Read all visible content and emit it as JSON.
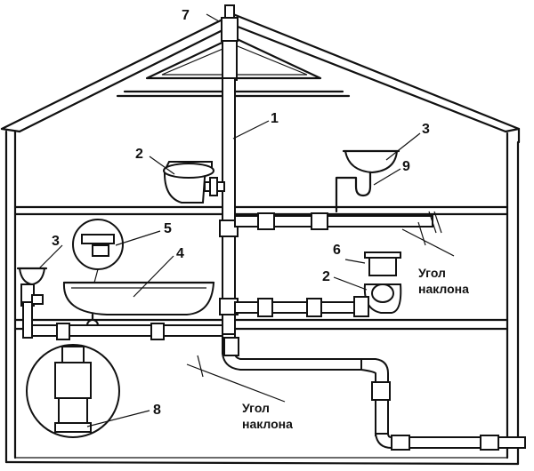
{
  "labels": {
    "l1": "1",
    "l2a": "2",
    "l2b": "2",
    "l3a": "3",
    "l3b": "3",
    "l4": "4",
    "l5": "5",
    "l6": "6",
    "l7": "7",
    "l8": "8",
    "l9": "9"
  },
  "notes": {
    "slope_upper_line1": "Угол",
    "slope_upper_line2": "наклона",
    "slope_lower_line1": "Угол",
    "slope_lower_line2": "наклона"
  }
}
